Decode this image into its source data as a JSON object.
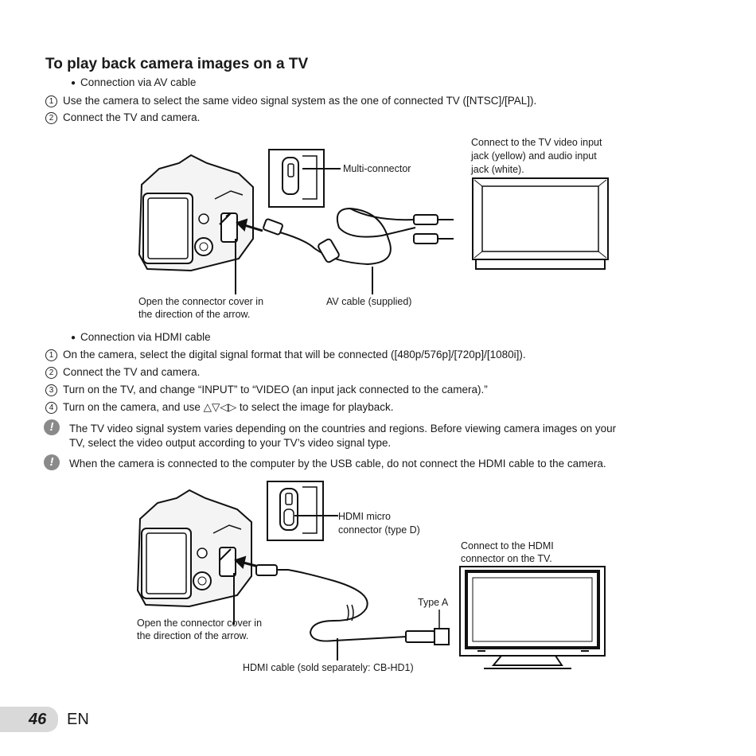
{
  "title": "To play back camera images on a TV",
  "section_av": {
    "bullet": "Connection via AV cable",
    "steps": [
      {
        "num": "1",
        "text": "Use the camera to select the same video signal system as the one of connected TV ([NTSC]/[PAL])."
      },
      {
        "num": "2",
        "text": "Connect the TV and camera."
      }
    ],
    "diagram": {
      "multi_connector": "Multi-connector",
      "tv_label_1": "Connect to the TV video input",
      "tv_label_2": "jack (yellow) and audio input",
      "tv_label_3": "jack (white).",
      "cover_label_1": "Open the connector cover in",
      "cover_label_2": "the direction of the arrow.",
      "cable_label": "AV cable (supplied)"
    }
  },
  "section_hdmi": {
    "bullet": "Connection via HDMI cable",
    "steps": [
      {
        "num": "1",
        "text": "On the camera, select the digital signal format that will be connected ([480p/576p]/[720p]/[1080i])."
      },
      {
        "num": "2",
        "text": "Connect the TV and camera."
      },
      {
        "num": "3",
        "text": "Turn on the TV, and change “INPUT” to “VIDEO (an input jack connected to the camera).”"
      },
      {
        "num": "4",
        "text": "Turn on the camera, and use △▽◁▷ to select the image for playback."
      }
    ],
    "notes": [
      {
        "line1": "The TV video signal system varies depending on the countries and regions. Before viewing camera images on your",
        "line2": "TV, select the video output according to your TV’s video signal type."
      },
      {
        "line1": "When the camera is connected to the computer by the USB cable, do not connect the HDMI cable to the camera.",
        "line2": ""
      }
    ],
    "diagram": {
      "hdmi_micro_1": "HDMI micro",
      "hdmi_micro_2": "connector (type D)",
      "tv_label_1": "Connect to the HDMI",
      "tv_label_2": "connector on the TV.",
      "type_a": "Type A",
      "cover_label_1": "Open the connector cover in",
      "cover_label_2": "the direction of the arrow.",
      "cable_label": "HDMI cable (sold separately: CB-HD1)"
    }
  },
  "warning_icon_glyph": "!",
  "footer": {
    "page": "46",
    "lang": "EN"
  }
}
